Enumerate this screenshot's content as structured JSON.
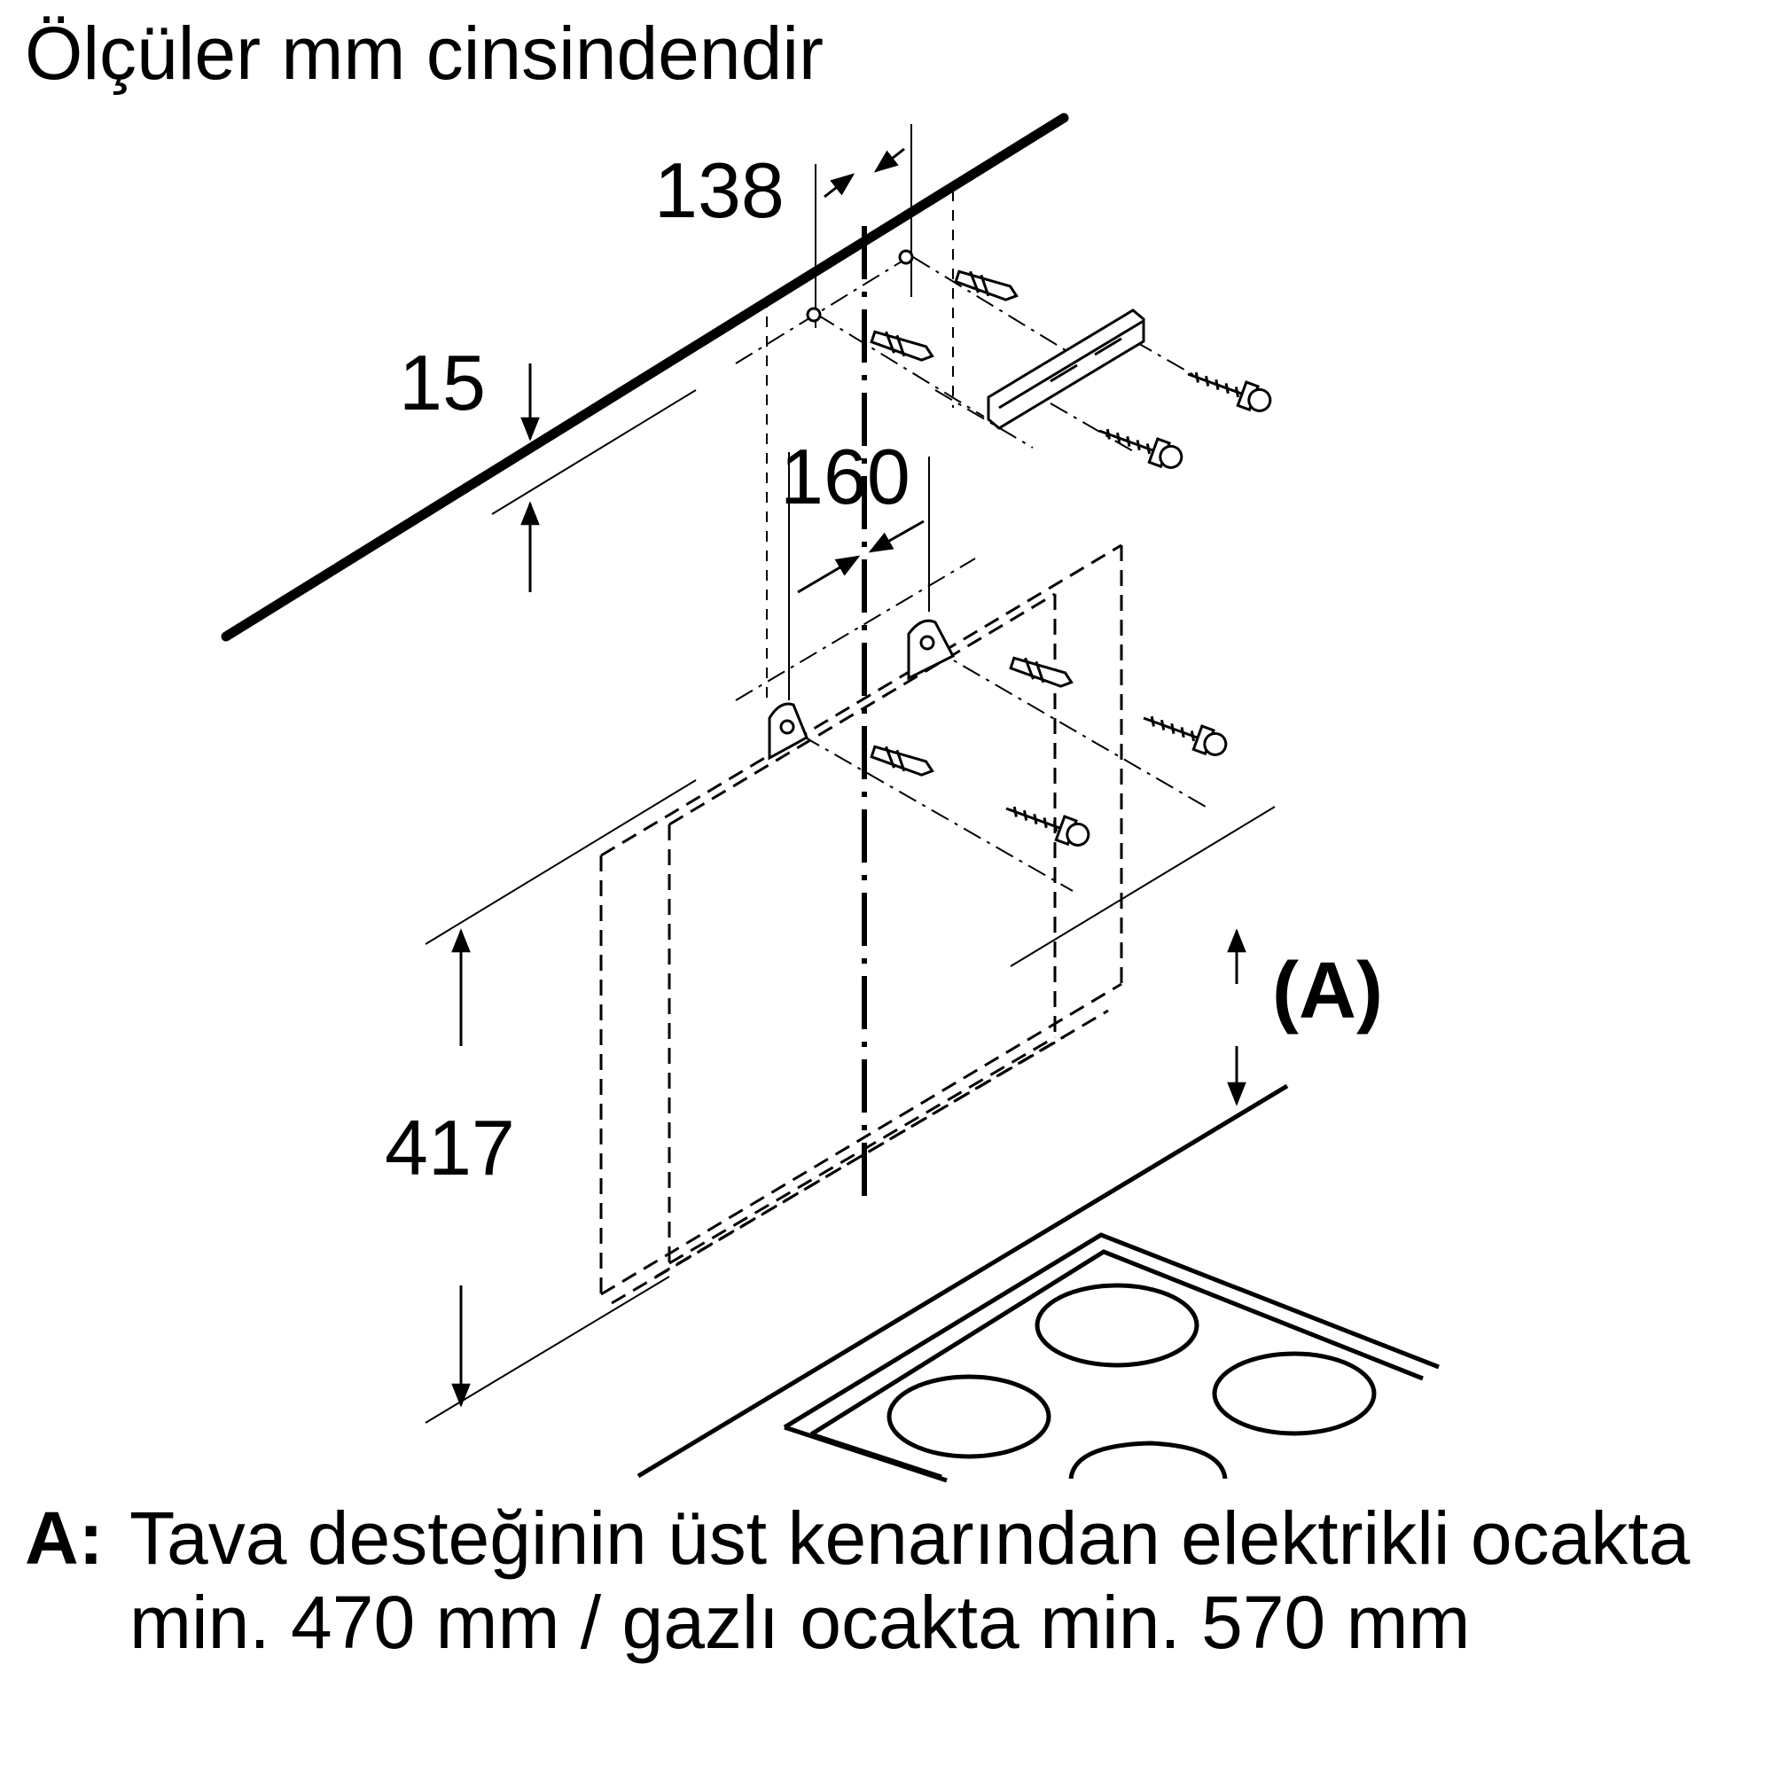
{
  "title": "Ölçüler mm cinsindendir",
  "dimensions": {
    "d138": "138",
    "d15": "15",
    "d160": "160",
    "d417": "417"
  },
  "callout": {
    "label": "(A)"
  },
  "legend": {
    "key": "A:",
    "text": "Tava desteğinin üst kenarından elektrikli ocakta min. 470 mm / gazlı ocakta min. 570 mm"
  }
}
